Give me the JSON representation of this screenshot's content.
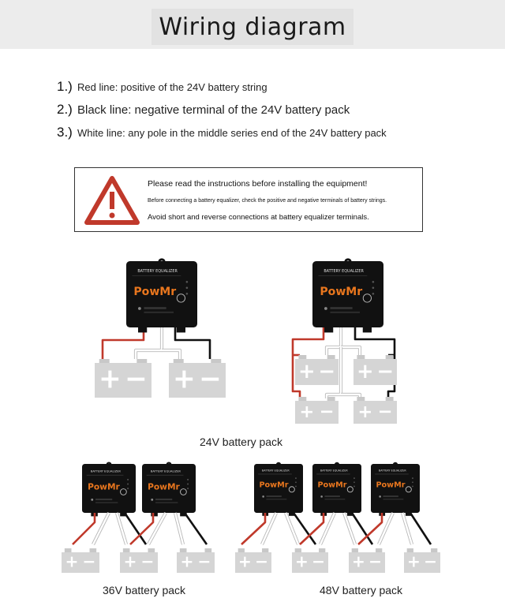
{
  "header": {
    "title": "Wiring diagram"
  },
  "legend": [
    {
      "number": "1.)",
      "text": "Red line: positive of the 24V battery string"
    },
    {
      "number": "2.)",
      "text": "Black line: negative terminal of the 24V battery pack"
    },
    {
      "number": "3.)",
      "text": "White line: any pole in the middle series end of the 24V battery pack"
    }
  ],
  "warning": {
    "icon": "warning-triangle-icon",
    "line1": "Please read the instructions before installing the equipment!",
    "line2": "Before connecting a battery equalizer, check the positive and negative terminals of battery strings.",
    "line3": "Avoid short and reverse connections at battery equalizer terminals."
  },
  "device": {
    "label": "BATTERY EQUALIZER",
    "brand": "PowMr",
    "color": "#111111",
    "brand_color": "#e8761e"
  },
  "battery": {
    "plus": "+",
    "minus": "−",
    "color": "#d5d5d5"
  },
  "wires": {
    "positive": "#c0392b",
    "negative": "#111111",
    "middle": "#ffffff"
  },
  "captions": {
    "pack_24v": "24V battery pack",
    "pack_36v": "36V battery pack",
    "pack_48v": "48V battery pack"
  }
}
